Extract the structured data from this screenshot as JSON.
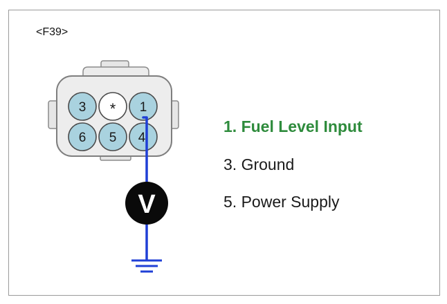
{
  "connector": {
    "id_label": "<F39>",
    "pins": [
      {
        "label": "3"
      },
      {
        "label": "*"
      },
      {
        "label": "1"
      },
      {
        "label": "6"
      },
      {
        "label": "5"
      },
      {
        "label": "4"
      }
    ]
  },
  "meter": {
    "symbol": "V"
  },
  "legend": {
    "entries": [
      {
        "text": "1. Fuel Level Input",
        "highlight": true
      },
      {
        "text": "3. Ground",
        "highlight": false
      },
      {
        "text": "5. Power Supply",
        "highlight": false
      }
    ]
  },
  "colors": {
    "highlight_text": "#2e8b3c",
    "probe_wire": "#1f3fd6",
    "pin_fill": "#a9d2df",
    "connector_fill": "#ededed"
  }
}
